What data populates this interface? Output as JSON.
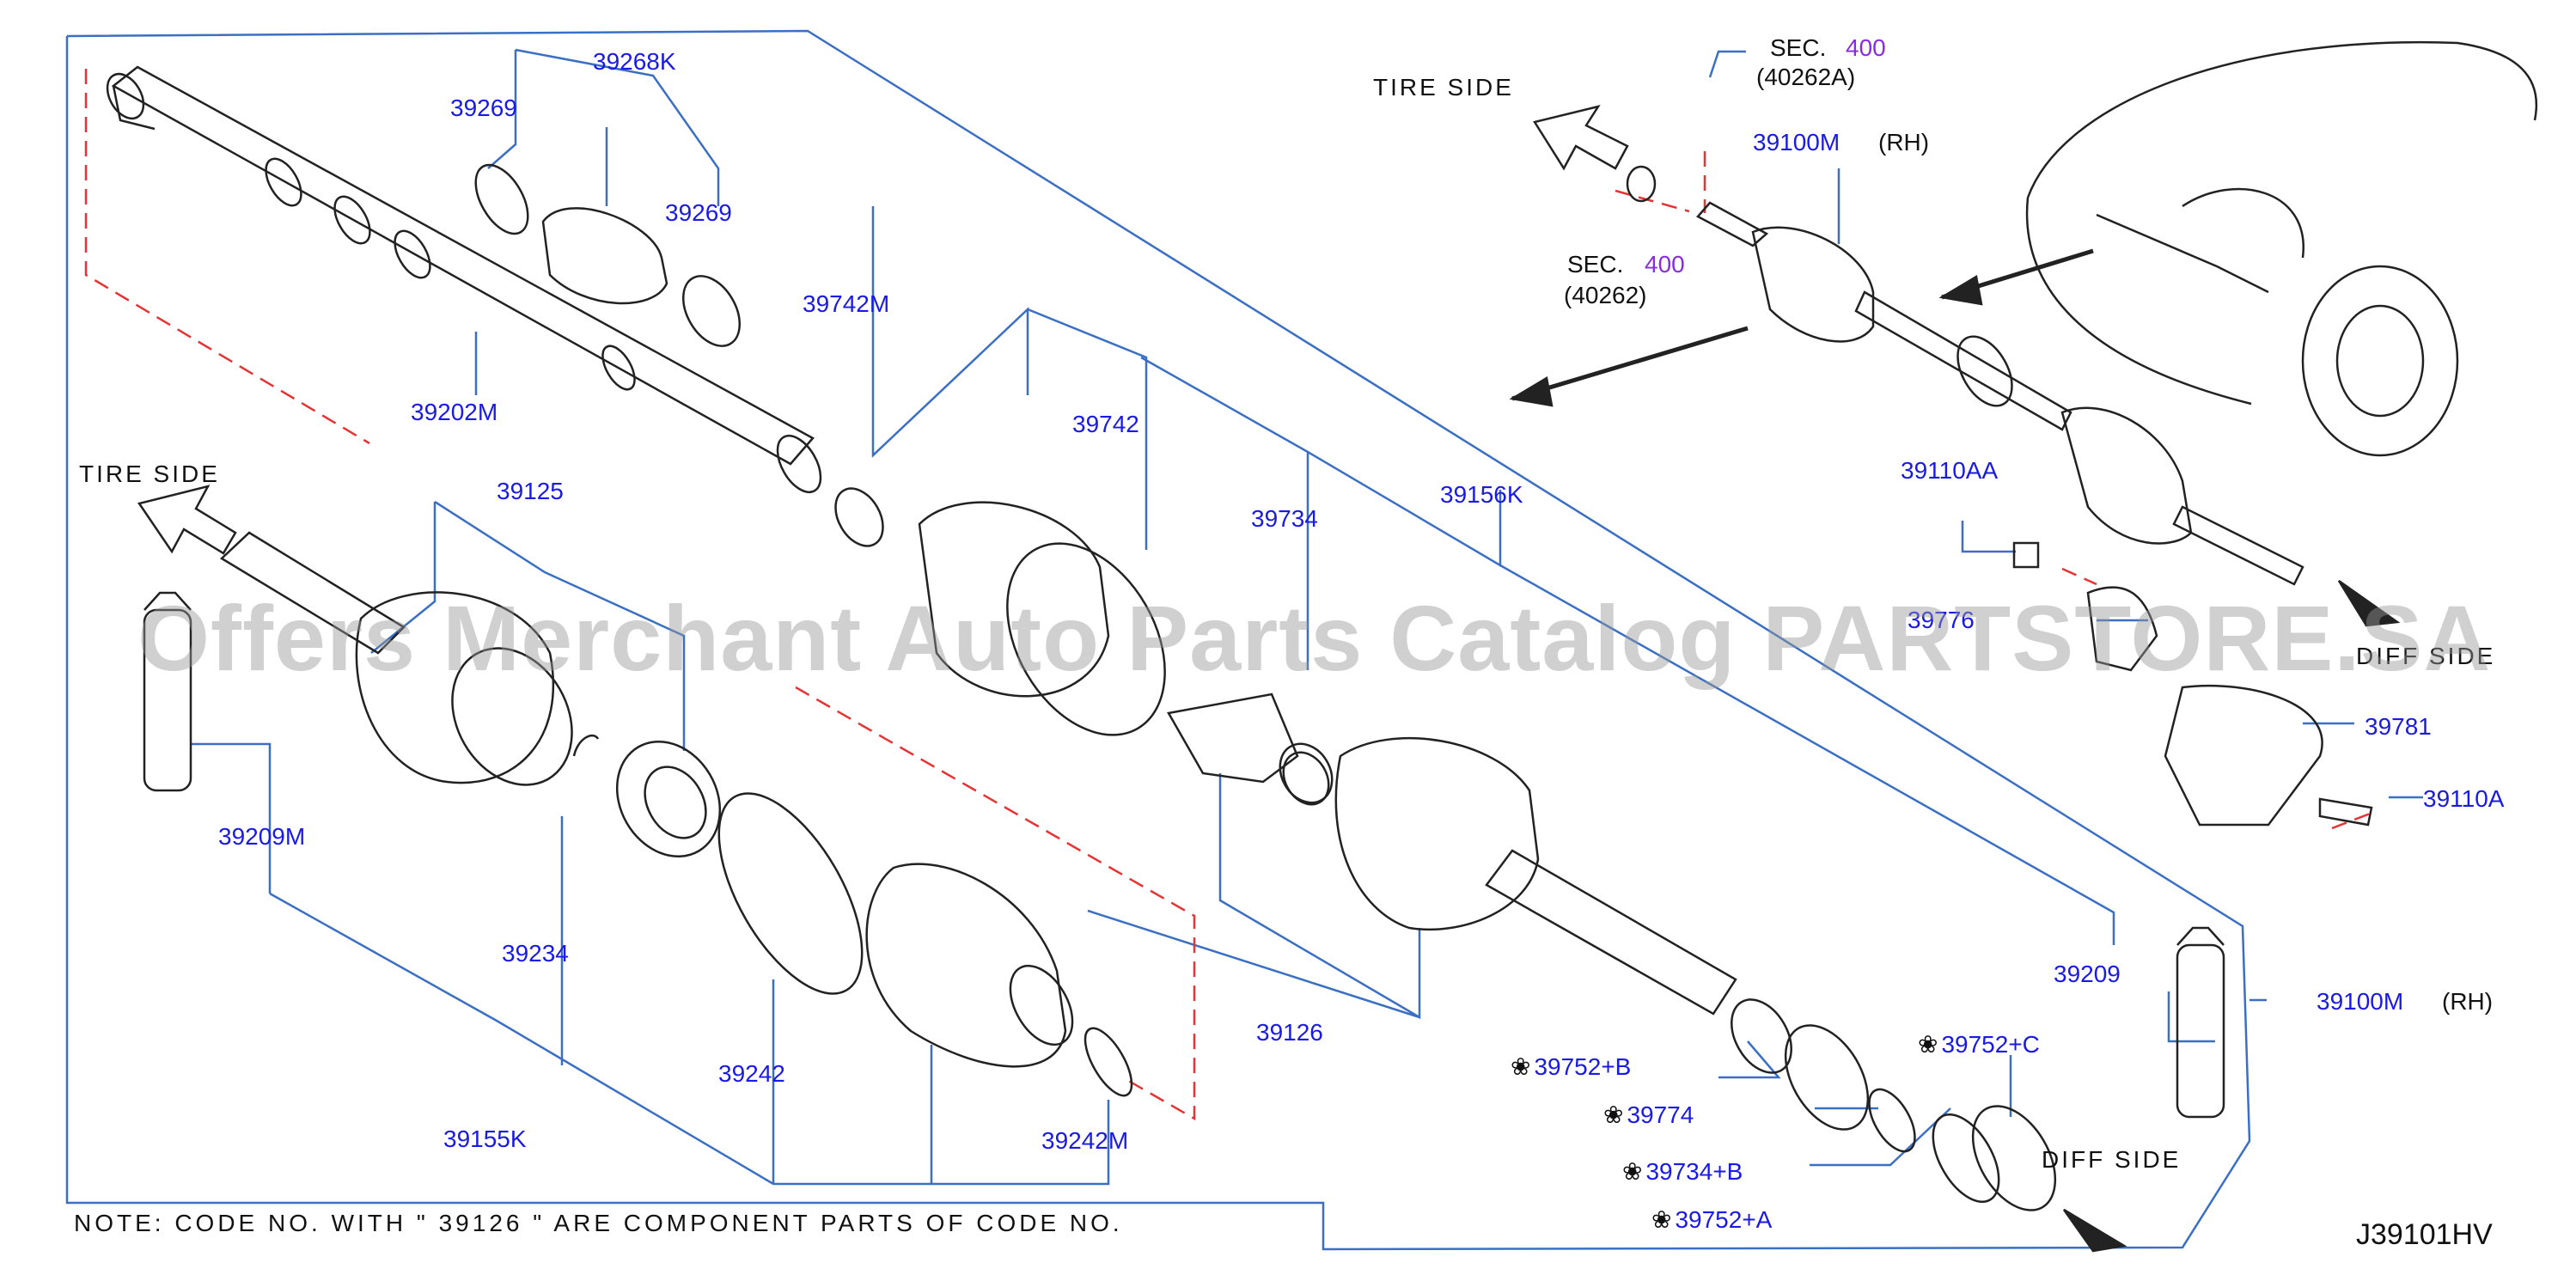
{
  "labels": {
    "p39268K": "39268K",
    "p39269a": "39269",
    "p39269b": "39269",
    "p39202M": "39202M",
    "p39742M": "39742M",
    "p39742": "39742",
    "p39734": "39734",
    "p39156K": "39156K",
    "p39125": "39125",
    "p39209M": "39209M",
    "p39234": "39234",
    "p39155K": "39155K",
    "p39242": "39242",
    "p39242M": "39242M",
    "p39126": "39126",
    "p39752B": "39752+B",
    "p39774": "39774",
    "p39734B": "39734+B",
    "p39752A": "39752+A",
    "p39752C": "39752+C",
    "p39209": "39209",
    "p39100M_b": "39100M",
    "p39100M_t": "39100M",
    "p39110AA": "39110AA",
    "p39776": "39776",
    "p39781": "39781",
    "p39110A": "39110A",
    "sec_a": "SEC.",
    "sec_a_num": "400",
    "sec_a_code": "(40262A)",
    "sec_b": "SEC.",
    "sec_b_num": "400",
    "sec_b_code": "(40262)",
    "rh_top": "(RH)",
    "rh_bottom": "(RH)",
    "tire_side_top": "TIRE SIDE",
    "tire_side_left": "TIRE SIDE",
    "diff_side_top": "DIFF SIDE",
    "diff_side_bottom": "DIFF SIDE"
  },
  "note": "NOTE: CODE NO. WITH \" 39126 \" ARE COMPONENT PARTS OF CODE NO.",
  "diagram_code": "J39101HV",
  "watermark": "Offers Merchant Auto Parts Catalog PARTSTORE.SA",
  "colors": {
    "part_number": "#1a1ae6",
    "section_number": "#8a2be2",
    "leader": "#3a6fc4",
    "hidden_line": "#e63333"
  }
}
